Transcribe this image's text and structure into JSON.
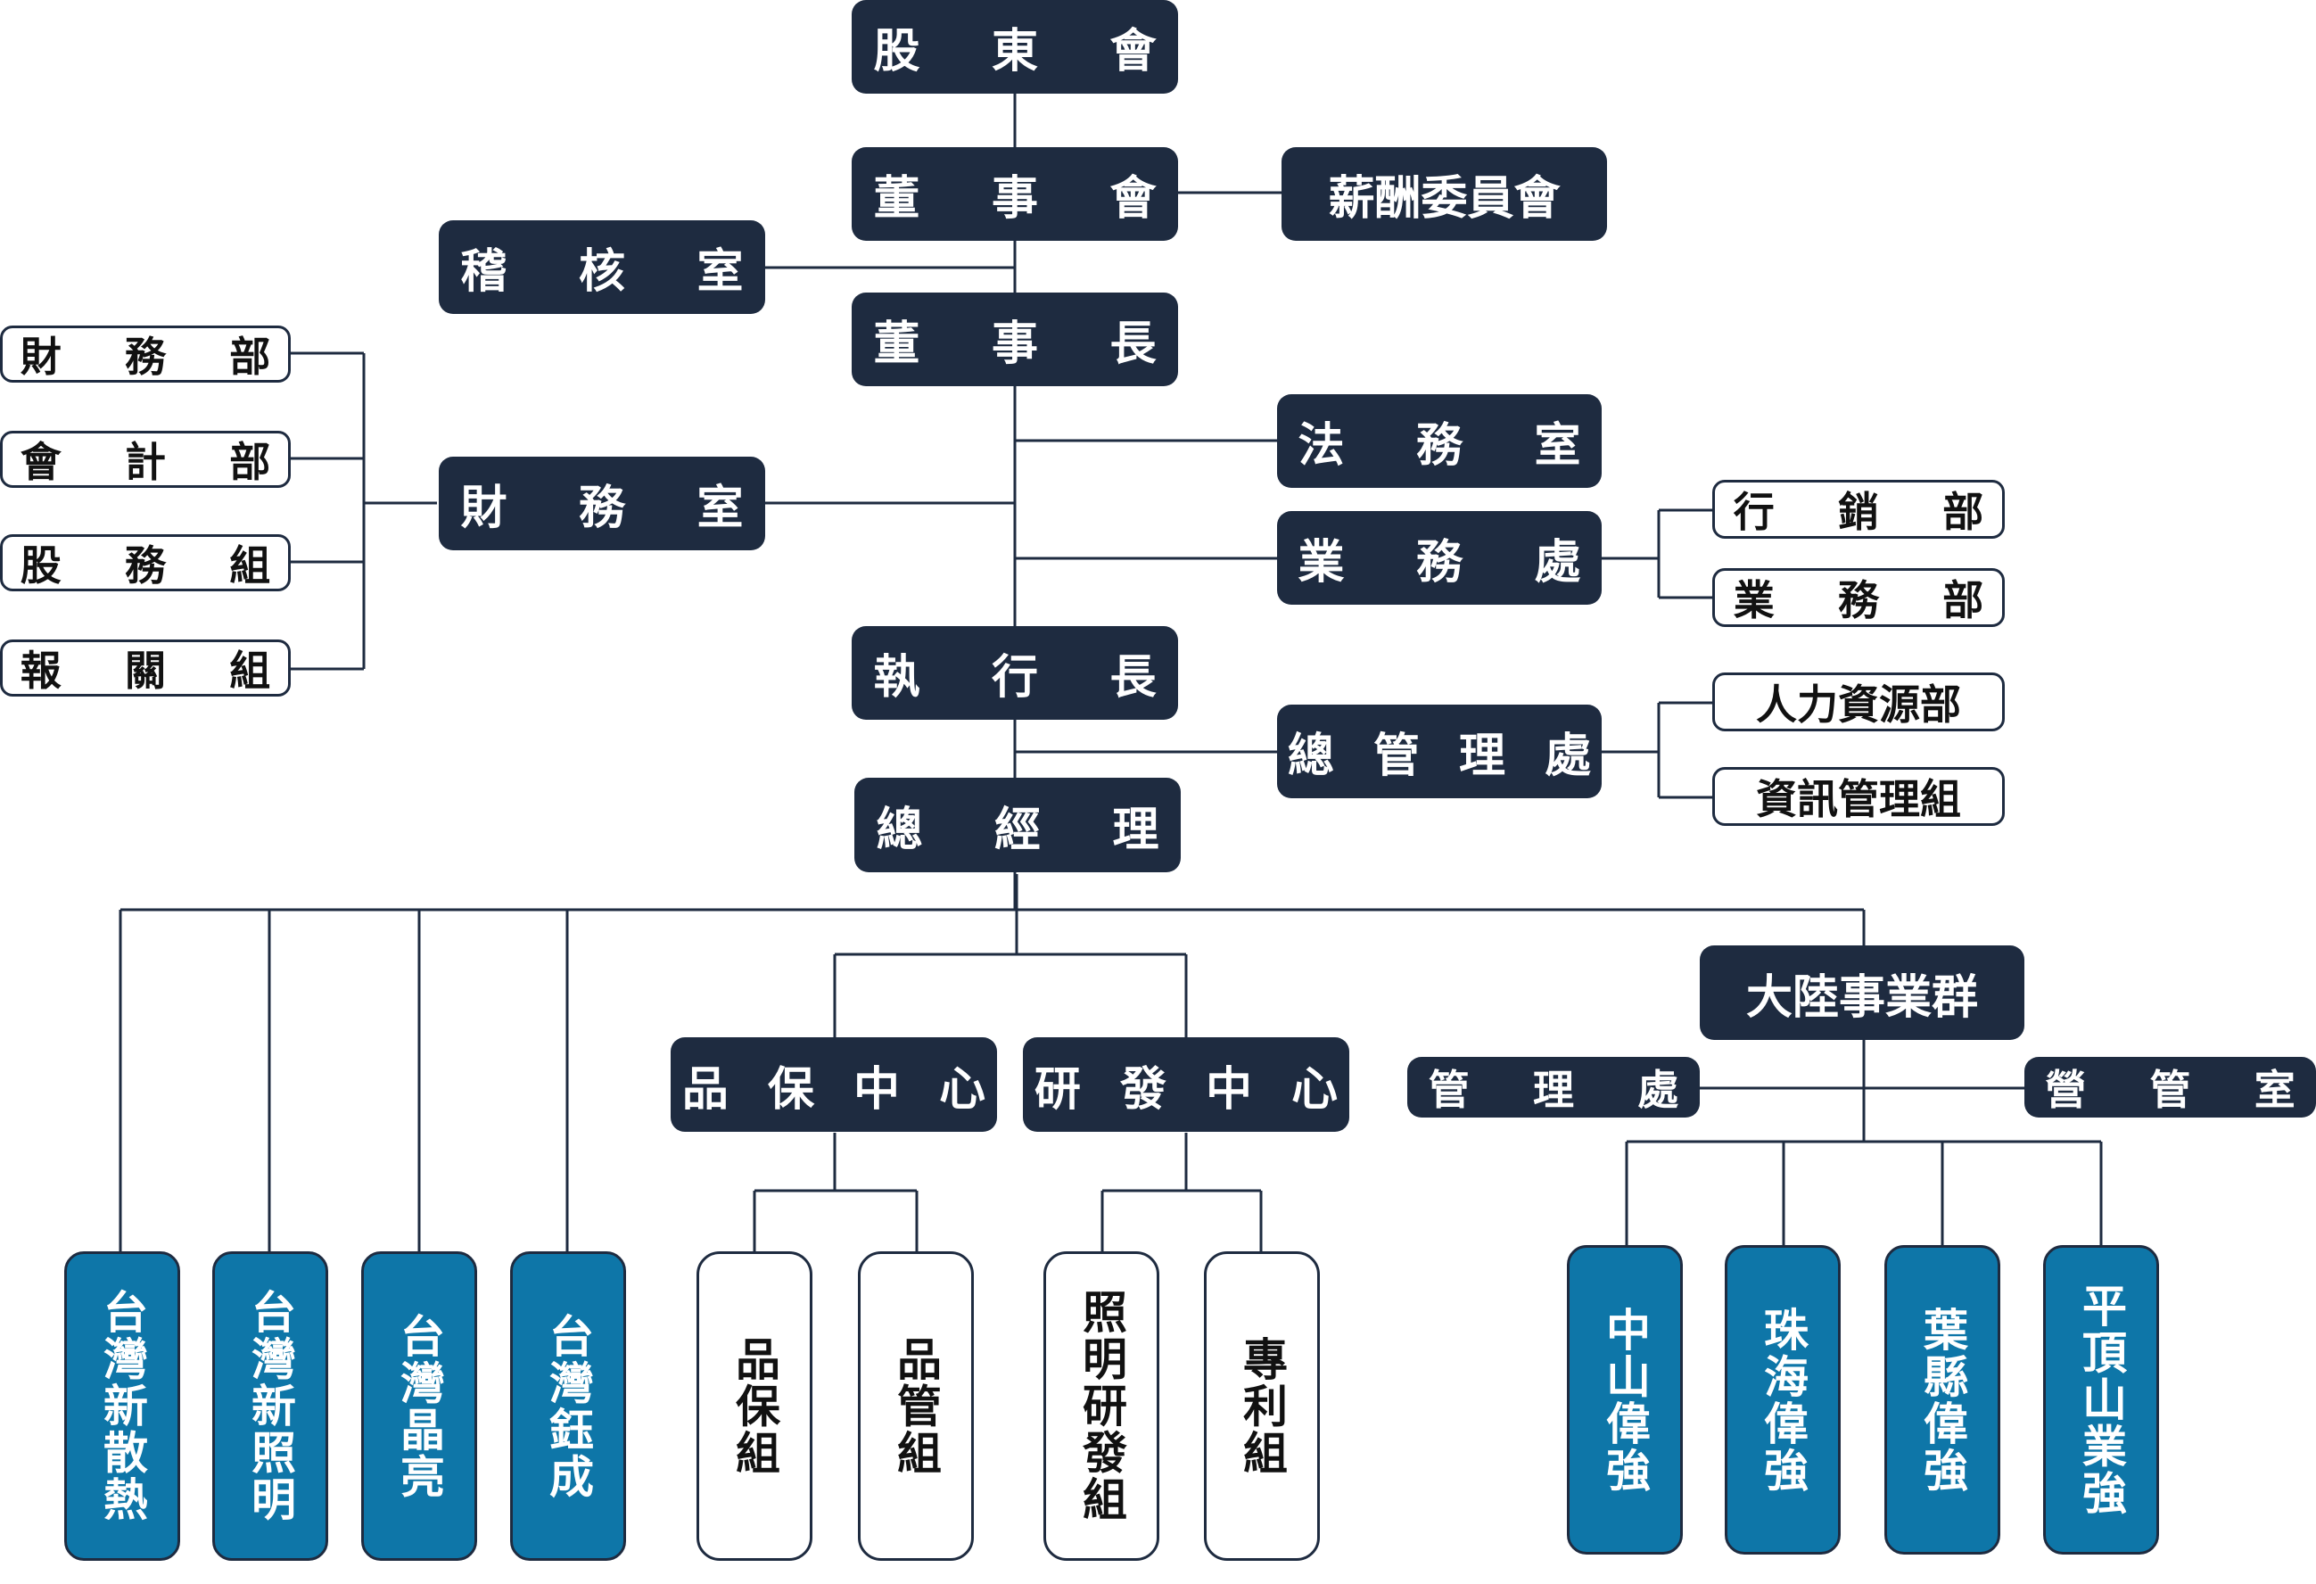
{
  "nodes": {
    "shareholders": "股 東 會",
    "board": "董 事 會",
    "compensation": "薪酬委員會",
    "audit": "稽 核 室",
    "chairman": "董 事 長",
    "legal": "法 務 室",
    "finance_office": "財 務 室",
    "finance_dept": "財 務 部",
    "accounting": "會 計 部",
    "stock_affairs": "股 務 組",
    "customs": "報 關 組",
    "sales_div": "業 務 處",
    "marketing": "行 銷 部",
    "sales_dept": "業 務 部",
    "ceo": "執 行 長",
    "general_mgmt": "總 管 理 處",
    "hr": "人力資源部",
    "it": "資訊管理組",
    "gm": "總 經 理",
    "qa_center": "品 保 中 心",
    "rd_center": "研 發 中 心",
    "china_group": "大陸事業群",
    "mgmt_office": "管 理 處",
    "ops_office": "營 管 室",
    "tw_thermal": "台灣新散熱",
    "tw_lighting": "台灣新照明",
    "tw_crystal": "台灣晶亮",
    "tw_yucheng": "台灣鈺成",
    "qa_group": "品保組",
    "qc_group": "品管組",
    "lighting_rd": "照明研發組",
    "patent": "專利組",
    "zhongshan": "中山偉強",
    "zhuhai": "珠海偉強",
    "yexian": "葉縣偉強",
    "pingdingshan": "平頂山業強"
  },
  "colors": {
    "dark": "#1e2b40",
    "blue": "#0e76a8",
    "line": "#1e2b40"
  }
}
